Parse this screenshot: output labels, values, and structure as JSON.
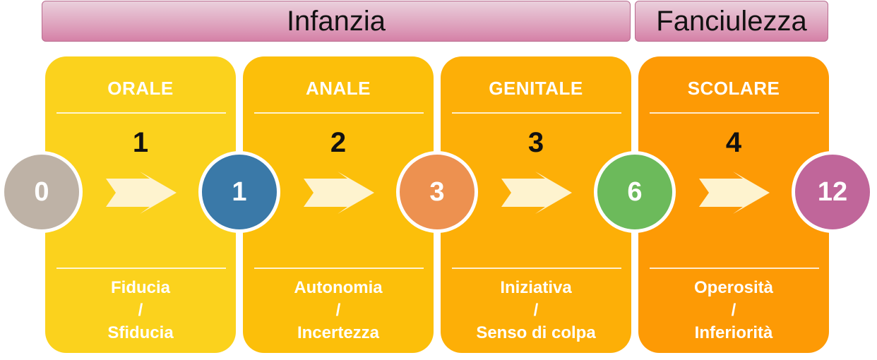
{
  "periods": [
    {
      "label": "Infanzia"
    },
    {
      "label": "Fanciulezza"
    }
  ],
  "stages": [
    {
      "name": "ORALE",
      "number": "1",
      "positive": "Fiducia",
      "separator": "/",
      "negative": "Sfiducia",
      "color": "#fbd21d"
    },
    {
      "name": "ANALE",
      "number": "2",
      "positive": "Autonomia",
      "separator": "/",
      "negative": "Incertezza",
      "color": "#fcbf0a"
    },
    {
      "name": "GENITALE",
      "number": "3",
      "positive": "Iniziativa",
      "separator": "/",
      "negative": "Senso di colpa",
      "color": "#fdaf07"
    },
    {
      "name": "SCOLARE",
      "number": "4",
      "positive": "Operosità",
      "separator": "/",
      "negative": "Inferiorità",
      "color": "#fd9a05"
    }
  ],
  "ages": [
    {
      "value": "0",
      "color": "#beb2a6"
    },
    {
      "value": "1",
      "color": "#3a79a8"
    },
    {
      "value": "3",
      "color": "#ed9150"
    },
    {
      "value": "6",
      "color": "#6cba5b"
    },
    {
      "value": "12",
      "color": "#c0669a"
    }
  ],
  "colors": {
    "banner": "#dc9ab8",
    "arrow": "#fef3cf"
  }
}
